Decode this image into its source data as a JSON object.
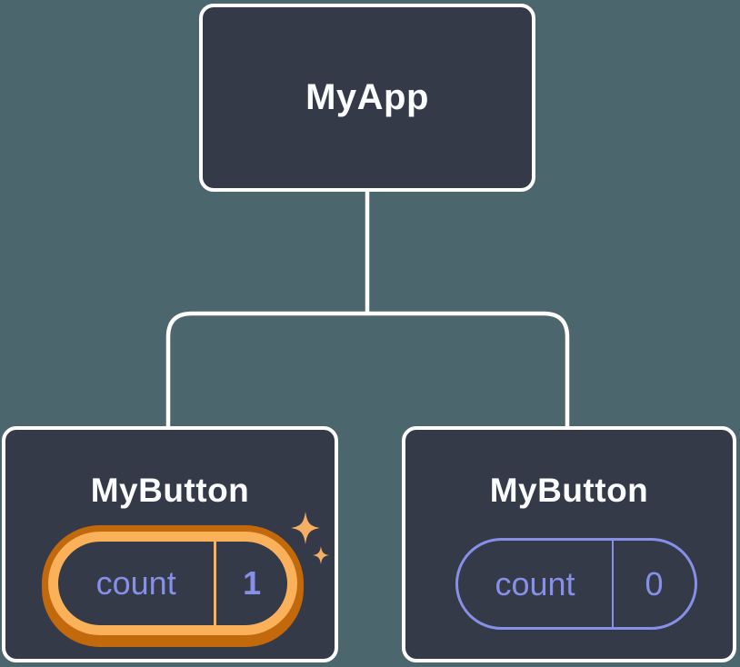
{
  "colors": {
    "background": "#4C666D",
    "node_fill": "#343A47",
    "node_border": "#FFFFFF",
    "connector_line": "#FFFFFF",
    "state_purple": "#8790E9",
    "highlight_orange": "#FBB159",
    "highlight_orange_dark": "#C2690C",
    "sparkle_orange": "#F5AF63",
    "label_white": "#FBFCFD"
  },
  "tree": {
    "root": {
      "label": "MyApp"
    },
    "children": [
      {
        "label": "MyButton",
        "state": {
          "key": "count",
          "value": "1"
        },
        "highlighted": true
      },
      {
        "label": "MyButton",
        "state": {
          "key": "count",
          "value": "0"
        },
        "highlighted": false
      }
    ]
  },
  "icons": {
    "sparkles": "two four-point stars marking updated state"
  }
}
